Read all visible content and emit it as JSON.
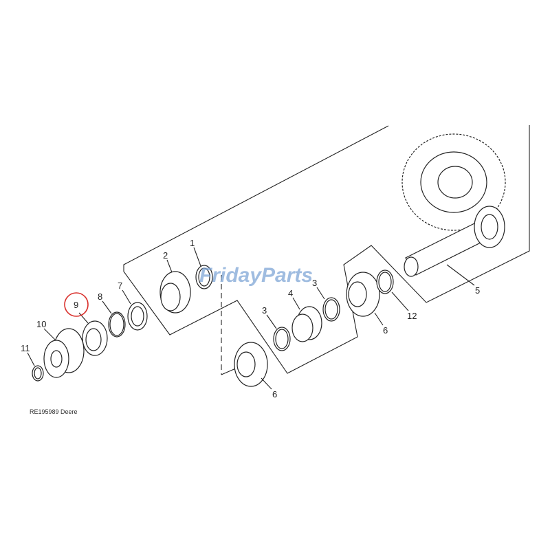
{
  "caption": "RE195989 Deere",
  "watermark": {
    "brand": "FridayParts",
    "color": "#7fa6d6",
    "accent": "#f2b36b"
  },
  "highlight": {
    "label": "9",
    "color": "#d9302c"
  },
  "callouts": {
    "c1": "1",
    "c2": "2",
    "c3a": "3",
    "c3b": "3",
    "c4": "4",
    "c5": "5",
    "c6a": "6",
    "c6b": "6",
    "c7": "7",
    "c8": "8",
    "c9": "9",
    "c10": "10",
    "c11": "11",
    "c12": "12"
  }
}
